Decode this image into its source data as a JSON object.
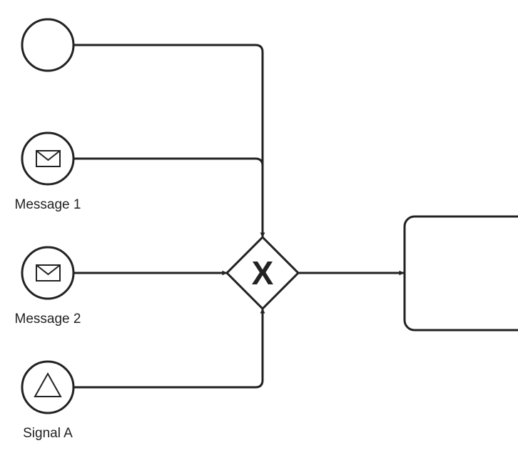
{
  "start_events": [
    {
      "kind": "none",
      "label": ""
    },
    {
      "kind": "message",
      "label": "Message 1"
    },
    {
      "kind": "message",
      "label": "Message 2"
    },
    {
      "kind": "signal",
      "label": "Signal A"
    }
  ],
  "gateway": {
    "kind": "exclusive",
    "symbol": "X"
  },
  "task": {
    "label": ""
  },
  "colors": {
    "stroke": "#222222",
    "fill": "#ffffff"
  }
}
